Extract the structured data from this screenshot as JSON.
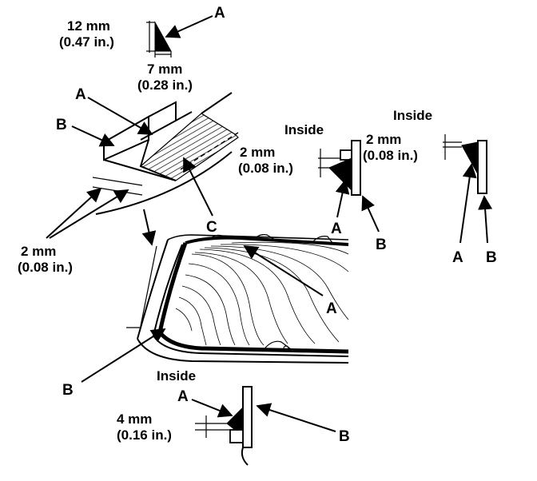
{
  "detail_top": {
    "height_mm": "12 mm",
    "height_in": "(0.47 in.)",
    "width_mm": "7 mm",
    "width_in": "(0.28 in.)",
    "callout": "A"
  },
  "detail_perspective": {
    "callout_a": "A",
    "callout_b": "B",
    "callout_c": "C",
    "gap_mm": "2 mm",
    "gap_in": "(0.08 in.)"
  },
  "detail_middle": {
    "inside": "Inside",
    "gap_mm": "2 mm",
    "gap_in": "(0.08 in.)",
    "callout_a": "A",
    "callout_b": "B"
  },
  "detail_right": {
    "inside": "Inside",
    "gap_mm": "2 mm",
    "gap_in": "(0.08 in.)",
    "callout_a": "A",
    "callout_b": "B"
  },
  "windshield": {
    "callout_a": "A",
    "callout_b": "B"
  },
  "detail_bottom": {
    "inside": "Inside",
    "gap_mm": "4 mm",
    "gap_in": "(0.16 in.)",
    "callout_a": "A",
    "callout_b": "B"
  }
}
